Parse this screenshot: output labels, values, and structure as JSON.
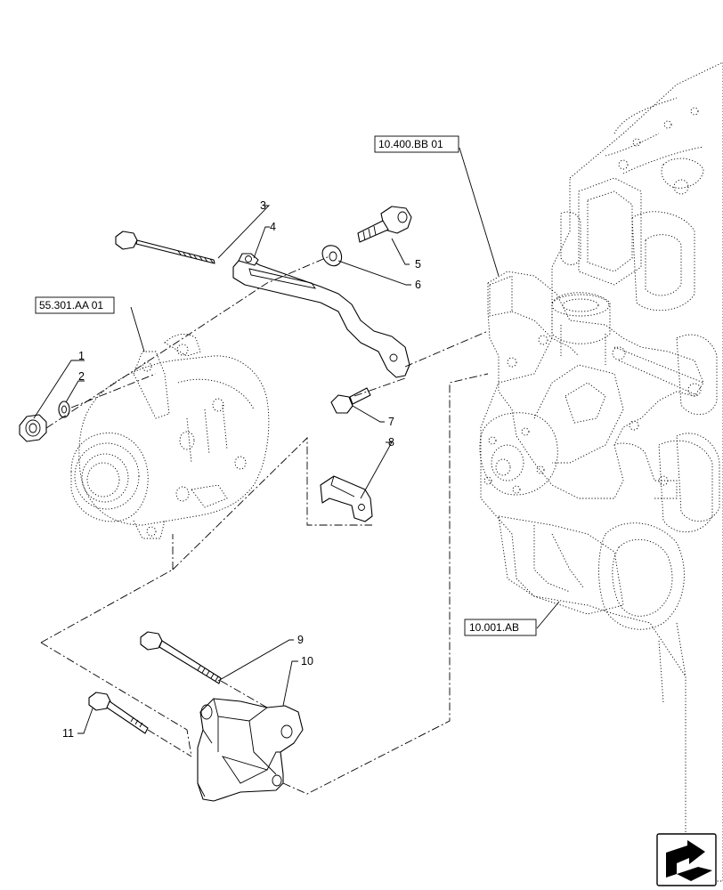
{
  "callouts": [
    "1",
    "2",
    "3",
    "4",
    "5",
    "6",
    "7",
    "8",
    "9",
    "10",
    "11"
  ],
  "references": {
    "alternator": "55.301.AA 01",
    "water_pump": "10.400.BB 01",
    "engine_block": "10.001.AB"
  },
  "nav_icon": "next-page-arrow-icon"
}
